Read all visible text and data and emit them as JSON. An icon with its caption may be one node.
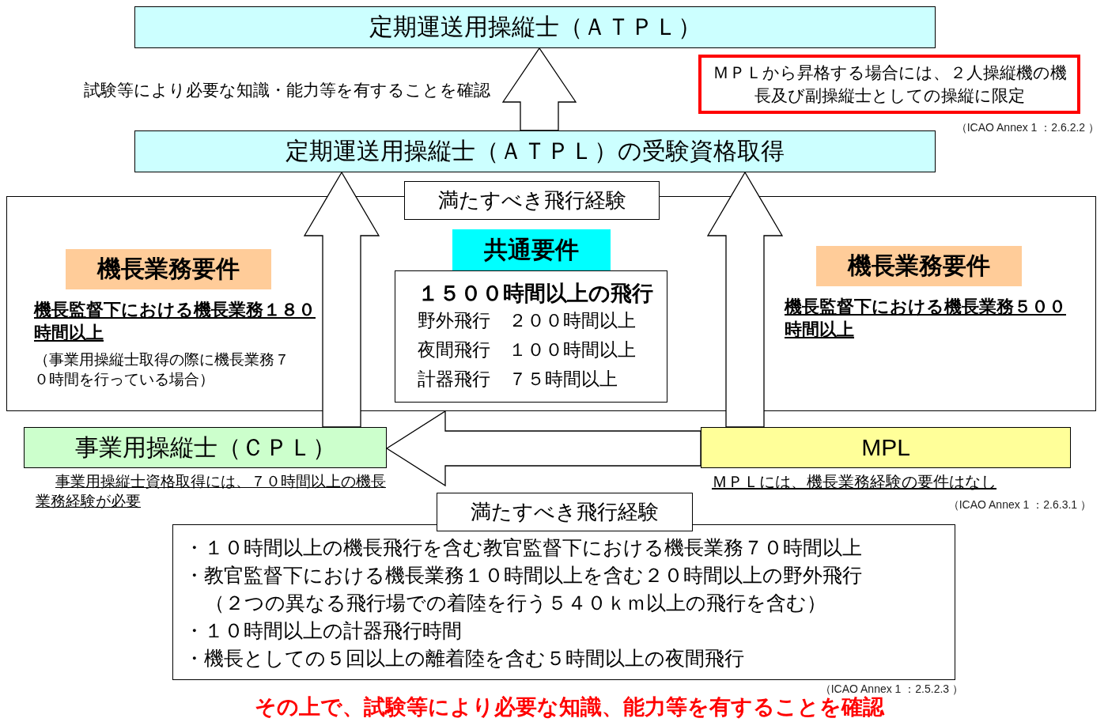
{
  "diagram": {
    "caption": "その上で、試験等により必要な知識、能力等を有することを確認",
    "nodes": [
      {
        "text": [
          "定期運送用操縦士（ＡＴＰＬ）"
        ]
      },
      {
        "text": [
          "定期運送用操縦士（ＡＴＰＬ）の受験資格取得"
        ]
      },
      {
        "text": [
          "満たすべき飛行経験"
        ]
      },
      {
        "text": [
          "機長業務要件"
        ],
        "in": 2,
        "beside": [
          "機長監督下における機長業務１８０時間以上",
          "（事業用操縦士取得の際に機長業務７０時間を行っている場合）"
        ]
      },
      {
        "text": [
          "共通要件"
        ],
        "in": 2
      },
      {
        "text": [
          "１５００時間以上の飛行",
          "野外飛行　２００時間以上",
          "夜間飛行　１００時間以上",
          "計器飛行　７５時間以上"
        ],
        "in": 2
      },
      {
        "text": [
          "機長業務要件"
        ],
        "in": 2,
        "beside": [
          "機長監督下における機長業務５００時間以上"
        ]
      },
      {
        "text": [
          "事業用操縦士（ＣＰＬ）"
        ],
        "beside": [
          "事業用操縦士資格取得には、７０時間以上の機長業務経験が必要"
        ]
      },
      {
        "text": [
          "MPL"
        ],
        "beside": [
          "ＭＰＬには、機長業務経験の要件はなし",
          "（ICAO Annex 1 ：2.6.3.1 ）"
        ]
      },
      {
        "text": [
          "満たすべき飛行経験",
          "・１０時間以上の機長飛行を含む教官監督下における機長業務７０時間以上",
          "・教官監督下における機長業務１０時間以上を含む２０時間以上の野外飛行",
          "（２つの異なる飛行場での着陸を行う５４０ｋｍ以上の飛行を含む）",
          "・１０時間以上の計器飛行時間",
          "・機長としての５回以上の離着陸を含む５時間以上の夜間飛行"
        ],
        "beside": [
          "（ICAO Annex 1 ：2.5.2.3 ）"
        ]
      },
      {
        "text": [
          "ＭＰＬから昇格する場合には、２人操縦機の機長及び副操縦士としての操縦に限定"
        ],
        "beside": [
          "（ICAO Annex 1 ：2.6.2.2 ）"
        ]
      }
    ],
    "edges": [
      {
        "from": 1,
        "to": 0,
        "arrow": "to",
        "label": "試験等により必要な知識・能力等を有することを確認"
      },
      {
        "from": 7,
        "to": 1,
        "arrow": "to"
      },
      {
        "from": 8,
        "to": 1,
        "arrow": "to"
      },
      {
        "from": 8,
        "to": 7,
        "arrow": "to"
      }
    ]
  }
}
